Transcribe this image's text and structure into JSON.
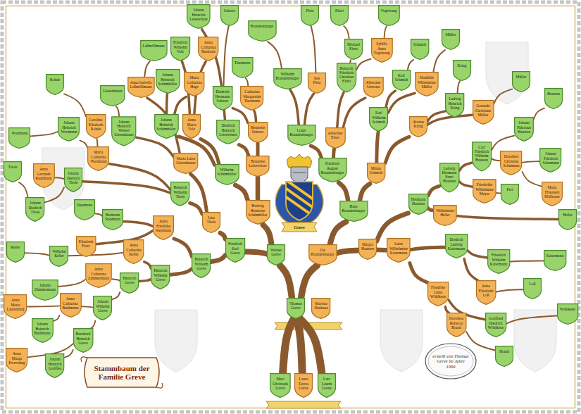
{
  "diagram": {
    "title": "Stammbaum der Familie Greve",
    "caption": "erstellt von Thomas Greve im Jahre 1999",
    "nodes": [
      {
        "text": [
          "Marc Christoph Greve"
        ]
      },
      {
        "text": [
          "Laura Teresa Greve"
        ]
      },
      {
        "text": [
          "Lars Laurin Greve"
        ]
      },
      {
        "text": [
          "Thomas Greve"
        ]
      },
      {
        "text": [
          "Martina Neuhaus"
        ]
      },
      {
        "text": [
          "Werner Greve"
        ]
      },
      {
        "text": [
          "Ute Brandenburger"
        ]
      },
      {
        "text": [
          "Friedrich Karl Greve"
        ]
      },
      {
        "text": [
          "Hedwig Henriette Schümhöfer"
        ]
      },
      {
        "text": [
          "Hans Brandenburger"
        ]
      },
      {
        "text": [
          "Margot Hausten"
        ]
      },
      {
        "text": [
          "Heinrich Wilhelm Greve"
        ]
      },
      {
        "text": [
          "Lina Thole"
        ]
      },
      {
        "text": [
          "Wilhelm Schümhöfer"
        ]
      },
      {
        "text": [
          "Henriette Leisewitzer"
        ]
      },
      {
        "text": [
          "Friedrich August Brandenburger"
        ]
      },
      {
        "text": [
          "Minna Schmidt"
        ]
      },
      {
        "text": [
          "Hermann Hausten"
        ]
      },
      {
        "text": [
          "Luise Wilhelmine Katermann"
        ]
      },
      {
        "text": [
          "Heinrich Wilhelm Greve"
        ]
      },
      {
        "text": [
          "Anna Friedrike Siepmann"
        ]
      },
      {
        "text": [
          "Heinrich Wilhelm Thole"
        ]
      },
      {
        "text": [
          "Maria Luise Giesenhauer"
        ]
      },
      {
        "text": [
          "Johann Heinrich Schümhöfer"
        ]
      },
      {
        "text": [
          "Anna Maria Volz"
        ]
      },
      {
        "text": [
          "Diedrich Heinrich Leisewitzer"
        ]
      },
      {
        "text": [
          "Henriette Scherer"
        ]
      },
      {
        "text": [
          "Louis Brandenburger"
        ]
      },
      {
        "text": [
          "Albertine Ebert"
        ]
      },
      {
        "text": [
          "Karl Wilhelm Schmidt"
        ]
      },
      {
        "text": [
          "Alwine Kring"
        ]
      },
      {
        "text": [
          "Ludwig Hermann Ernst Hausten"
        ]
      },
      {
        "text": [
          "Wilhelmine Heller"
        ]
      },
      {
        "text": [
          "Diedrich Ludwig Katermann"
        ]
      },
      {
        "text": [
          "Friedrike Luise Wöhlkens"
        ]
      },
      {
        "text": [
          "Heinrich Greve"
        ]
      },
      {
        "text": [
          "Anna Catharina Keller"
        ]
      },
      {
        "text": [
          "Hermann Siepmann"
        ]
      },
      {
        "text": [
          "Elisabeth Fleer"
        ]
      },
      {
        "text": [
          "Johann Dietrich Thole"
        ]
      },
      {
        "text": [
          "Maria Catharina Wortmann"
        ]
      },
      {
        "text": [
          "Johann Heinrich Wessel Giesenhauer"
        ]
      },
      {
        "text": [
          "Anna Isabella Leßmöllmann"
        ]
      },
      {
        "text": [
          "Johann Heinrich Schümhöfer"
        ]
      },
      {
        "text": [
          "Maria Catharina Hage"
        ]
      },
      {
        "text": [
          "Friedrich Wilhelm Volz"
        ]
      },
      {
        "text": [
          "Anna Catharina Huskotte"
        ]
      },
      {
        "text": [
          "Johann Heinrich Leisewitzer"
        ]
      },
      {
        "text": [
          "Diedrich Hermann Scherer"
        ]
      },
      {
        "text": [
          "Catharina Margarethe Thermann"
        ]
      },
      {
        "text": [
          "Wilhelm Brandenburger"
        ]
      },
      {
        "text": [
          "Jule Pletz"
        ]
      },
      {
        "text": [
          "Heinrich Friedrich Christian Ebert"
        ]
      },
      {
        "text": [
          "Albertine Schwarz"
        ]
      },
      {
        "text": [
          "Karl Schmidt"
        ]
      },
      {
        "text": [
          "Mathilde Wilhelmine Müller"
        ]
      },
      {
        "text": [
          "Ludwig Heinrich Kring"
        ]
      },
      {
        "text": [
          "Gertrude Christiane Müller"
        ]
      },
      {
        "text": [
          "Carl Friedrich Wilhelm Hausten"
        ]
      },
      {
        "text": [
          "Friederike Wilhelmine Meyer"
        ]
      },
      {
        "text": [
          "Heller"
        ]
      },
      {
        "text": [
          "Friedrich Wilhelm Katermann"
        ]
      },
      {
        "text": [
          "Anna Elisabeth Loß"
        ]
      },
      {
        "text": [
          "Gottfried Diedrich Wöhlkens"
        ]
      },
      {
        "text": [
          "Dorothea Rebecca Brand"
        ]
      },
      {
        "text": [
          "Johann Wilhelm Greve"
        ]
      },
      {
        "text": [
          "Anna Catharina Zimmermann"
        ]
      },
      {
        "text": [
          "Wilhelm Keller"
        ]
      },
      {
        "text": [
          "Siepmann"
        ]
      },
      {
        "text": [
          "Johann Diedrich Thole"
        ]
      },
      {
        "text": [
          "Anna Gertrude Rudtmann"
        ]
      },
      {
        "text": [
          "Johann Heinrich Wortmann"
        ]
      },
      {
        "text": [
          "Caroline Elisabeth Rohde"
        ]
      },
      {
        "text": [
          "Giesenhauer"
        ]
      },
      {
        "text": [
          "Leßmöllmann"
        ]
      },
      {
        "text": [
          "Scherer"
        ]
      },
      {
        "text": [
          "Thermann"
        ]
      },
      {
        "text": [
          "Brandenburger"
        ]
      },
      {
        "text": [
          "Pletz"
        ]
      },
      {
        "text": [
          "Michael Ebert"
        ]
      },
      {
        "text": [
          "Sybilla Anna Vogelsang"
        ]
      },
      {
        "text": [
          "Schmidt"
        ]
      },
      {
        "text": [
          "Müller"
        ]
      },
      {
        "text": [
          "Kring"
        ]
      },
      {
        "text": [
          "Müller"
        ]
      },
      {
        "text": [
          "Johann Nikolaus Hausten"
        ]
      },
      {
        "text": [
          "Dorothea Christine Schumann"
        ]
      },
      {
        "text": [
          "Peri"
        ]
      },
      {
        "text": [
          "Katermann"
        ]
      },
      {
        "text": [
          "Loß"
        ]
      },
      {
        "text": [
          "Wöhlkens"
        ]
      },
      {
        "text": [
          "Brand"
        ]
      },
      {
        "text": [
          "Bernhard Heinrich Greve"
        ]
      },
      {
        "text": [
          "Johann Zimmermann"
        ]
      },
      {
        "text": [
          "Keller"
        ]
      },
      {
        "text": [
          "Thole"
        ]
      },
      {
        "text": [
          "Wortmann"
        ]
      },
      {
        "text": [
          "Rohde"
        ]
      },
      {
        "text": [
          "Ebert"
        ]
      },
      {
        "text": [
          "Vogelsang"
        ]
      },
      {
        "text": [
          "Hausten"
        ]
      },
      {
        "text": [
          "Johann Friedrich Schumann"
        ]
      },
      {
        "text": [
          "Maria Elisabeth Möllerner"
        ]
      },
      {
        "text": [
          "Anna Catharina Budimann"
        ]
      },
      {
        "text": [
          "Johann Heinrich Budimann"
        ]
      },
      {
        "text": [
          "Anna Maria Laurenberg"
        ]
      },
      {
        "text": [
          "Johann Heinrich Greiffen"
        ]
      },
      {
        "text": [
          "Anna Marga Ewerszing"
        ]
      }
    ],
    "edges": [
      {
        "from": 0,
        "to": 3,
        "arrow": "none"
      },
      {
        "from": 1,
        "to": 3,
        "arrow": "none"
      },
      {
        "from": 2,
        "to": 3,
        "arrow": "none"
      },
      {
        "from": 3,
        "to": 5,
        "arrow": "none"
      },
      {
        "from": 3,
        "to": 6,
        "arrow": "none"
      },
      {
        "from": 5,
        "to": 7,
        "arrow": "none"
      },
      {
        "from": 5,
        "to": 8,
        "arrow": "none"
      },
      {
        "from": 6,
        "to": 9,
        "arrow": "none"
      },
      {
        "from": 6,
        "to": 10,
        "arrow": "none"
      },
      {
        "from": 7,
        "to": 11,
        "arrow": "none"
      },
      {
        "from": 7,
        "to": 12,
        "arrow": "none"
      },
      {
        "from": 8,
        "to": 13,
        "arrow": "none"
      },
      {
        "from": 8,
        "to": 14,
        "arrow": "none"
      },
      {
        "from": 9,
        "to": 15,
        "arrow": "none"
      },
      {
        "from": 9,
        "to": 16,
        "arrow": "none"
      },
      {
        "from": 10,
        "to": 17,
        "arrow": "none"
      },
      {
        "from": 10,
        "to": 18,
        "arrow": "none"
      },
      {
        "from": 11,
        "to": 19,
        "arrow": "none"
      },
      {
        "from": 11,
        "to": 20,
        "arrow": "none"
      },
      {
        "from": 12,
        "to": 21,
        "arrow": "none"
      },
      {
        "from": 12,
        "to": 22,
        "arrow": "none"
      },
      {
        "from": 13,
        "to": 23,
        "arrow": "none"
      },
      {
        "from": 13,
        "to": 24,
        "arrow": "none"
      },
      {
        "from": 14,
        "to": 25,
        "arrow": "none"
      },
      {
        "from": 14,
        "to": 26,
        "arrow": "none"
      },
      {
        "from": 15,
        "to": 27,
        "arrow": "none"
      },
      {
        "from": 15,
        "to": 28,
        "arrow": "none"
      },
      {
        "from": 16,
        "to": 29,
        "arrow": "none"
      },
      {
        "from": 16,
        "to": 30,
        "arrow": "none"
      },
      {
        "from": 17,
        "to": 31,
        "arrow": "none"
      },
      {
        "from": 17,
        "to": 32,
        "arrow": "none"
      },
      {
        "from": 18,
        "to": 33,
        "arrow": "none"
      },
      {
        "from": 18,
        "to": 34,
        "arrow": "none"
      },
      {
        "from": 19,
        "to": 35,
        "arrow": "none"
      },
      {
        "from": 19,
        "to": 36,
        "arrow": "none"
      },
      {
        "from": 20,
        "to": 37,
        "arrow": "none"
      },
      {
        "from": 20,
        "to": 38,
        "arrow": "none"
      },
      {
        "from": 21,
        "to": 39,
        "arrow": "none"
      },
      {
        "from": 21,
        "to": 40,
        "arrow": "none"
      },
      {
        "from": 22,
        "to": 41,
        "arrow": "none"
      },
      {
        "from": 22,
        "to": 42,
        "arrow": "none"
      },
      {
        "from": 23,
        "to": 43,
        "arrow": "none"
      },
      {
        "from": 23,
        "to": 44,
        "arrow": "none"
      },
      {
        "from": 24,
        "to": 45,
        "arrow": "none"
      },
      {
        "from": 24,
        "to": 46,
        "arrow": "none"
      },
      {
        "from": 25,
        "to": 47,
        "arrow": "none"
      },
      {
        "from": 26,
        "to": 48,
        "arrow": "none"
      },
      {
        "from": 26,
        "to": 49,
        "arrow": "none"
      },
      {
        "from": 27,
        "to": 50,
        "arrow": "none"
      },
      {
        "from": 27,
        "to": 51,
        "arrow": "none"
      },
      {
        "from": 28,
        "to": 52,
        "arrow": "none"
      },
      {
        "from": 28,
        "to": 53,
        "arrow": "none"
      },
      {
        "from": 29,
        "to": 54,
        "arrow": "none"
      },
      {
        "from": 29,
        "to": 55,
        "arrow": "none"
      },
      {
        "from": 30,
        "to": 56,
        "arrow": "none"
      },
      {
        "from": 30,
        "to": 57,
        "arrow": "none"
      },
      {
        "from": 31,
        "to": 58,
        "arrow": "none"
      },
      {
        "from": 31,
        "to": 59,
        "arrow": "none"
      },
      {
        "from": 32,
        "to": 60,
        "arrow": "none"
      },
      {
        "from": 33,
        "to": 61,
        "arrow": "none"
      },
      {
        "from": 33,
        "to": 62,
        "arrow": "none"
      },
      {
        "from": 34,
        "to": 63,
        "arrow": "none"
      },
      {
        "from": 34,
        "to": 64,
        "arrow": "none"
      },
      {
        "from": 35,
        "to": 65,
        "arrow": "none"
      },
      {
        "from": 35,
        "to": 66,
        "arrow": "none"
      },
      {
        "from": 36,
        "to": 67,
        "arrow": "none"
      },
      {
        "from": 37,
        "to": 68,
        "arrow": "none"
      },
      {
        "from": 39,
        "to": 69,
        "arrow": "none"
      },
      {
        "from": 39,
        "to": 70,
        "arrow": "none"
      },
      {
        "from": 40,
        "to": 71,
        "arrow": "none"
      },
      {
        "from": 40,
        "to": 72,
        "arrow": "none"
      },
      {
        "from": 41,
        "to": 73,
        "arrow": "none"
      },
      {
        "from": 42,
        "to": 74,
        "arrow": "none"
      },
      {
        "from": 48,
        "to": 75,
        "arrow": "none"
      },
      {
        "from": 49,
        "to": 76,
        "arrow": "none"
      },
      {
        "from": 50,
        "to": 77,
        "arrow": "none"
      },
      {
        "from": 51,
        "to": 78,
        "arrow": "none"
      },
      {
        "from": 52,
        "to": 79,
        "arrow": "none"
      },
      {
        "from": 52,
        "to": 80,
        "arrow": "none"
      },
      {
        "from": 54,
        "to": 81,
        "arrow": "none"
      },
      {
        "from": 55,
        "to": 82,
        "arrow": "none"
      },
      {
        "from": 56,
        "to": 83,
        "arrow": "none"
      },
      {
        "from": 57,
        "to": 84,
        "arrow": "none"
      },
      {
        "from": 58,
        "to": 85,
        "arrow": "none"
      },
      {
        "from": 58,
        "to": 86,
        "arrow": "none"
      },
      {
        "from": 59,
        "to": 87,
        "arrow": "none"
      },
      {
        "from": 61,
        "to": 88,
        "arrow": "none"
      },
      {
        "from": 62,
        "to": 89,
        "arrow": "none"
      },
      {
        "from": 63,
        "to": 90,
        "arrow": "none"
      },
      {
        "from": 64,
        "to": 91,
        "arrow": "none"
      },
      {
        "from": 65,
        "to": 92,
        "arrow": "none"
      },
      {
        "from": 65,
        "to": 103,
        "arrow": "none"
      },
      {
        "from": 66,
        "to": 93,
        "arrow": "none"
      },
      {
        "from": 67,
        "to": 94,
        "arrow": "none"
      },
      {
        "from": 69,
        "to": 95,
        "arrow": "none"
      },
      {
        "from": 71,
        "to": 96,
        "arrow": "none"
      },
      {
        "from": 72,
        "to": 97,
        "arrow": "none"
      },
      {
        "from": 79,
        "to": 98,
        "arrow": "none"
      },
      {
        "from": 80,
        "to": 99,
        "arrow": "none"
      },
      {
        "from": 85,
        "to": 100,
        "arrow": "none"
      },
      {
        "from": 86,
        "to": 101,
        "arrow": "none"
      },
      {
        "from": 86,
        "to": 102,
        "arrow": "none"
      },
      {
        "from": 103,
        "to": 104,
        "arrow": "none"
      },
      {
        "from": 103,
        "to": 105,
        "arrow": "none"
      },
      {
        "from": 92,
        "to": 106,
        "arrow": "none"
      },
      {
        "from": 92,
        "to": 107,
        "arrow": "none"
      }
    ],
    "labels": [
      "Greve"
    ]
  }
}
